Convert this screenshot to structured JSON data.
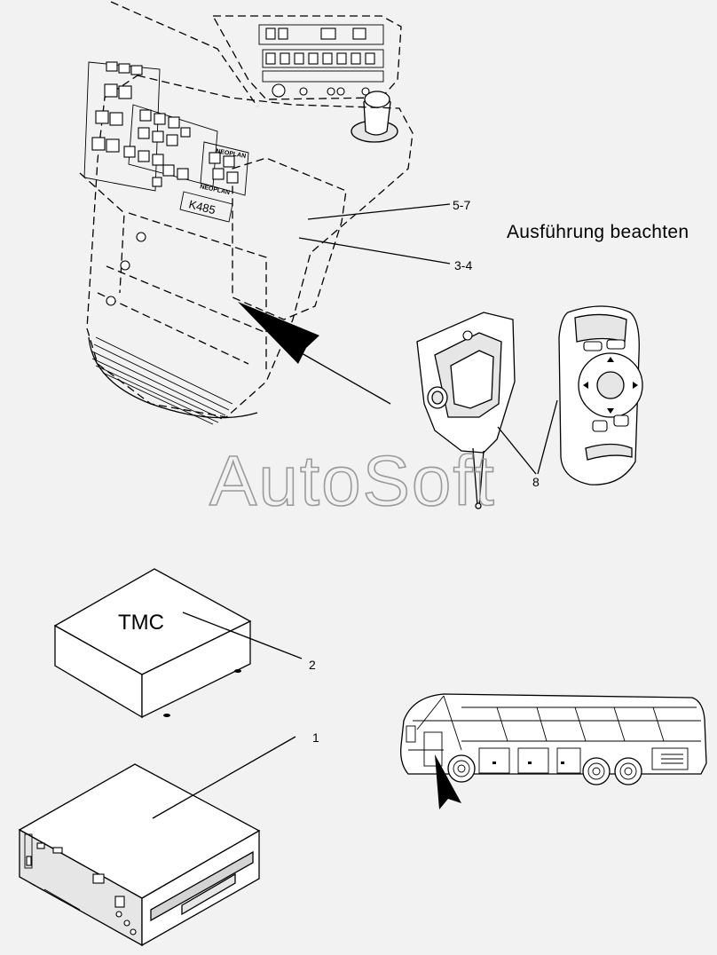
{
  "labels": {
    "callout_5_7": "5-7",
    "callout_3_4": "3-4",
    "callout_8": "8",
    "callout_2": "2",
    "callout_1": "1",
    "note": "Ausführung beachten",
    "tmc": "TMC",
    "display": "K485",
    "brand_top": "NEOPLAN",
    "brand_mid": "NEOPLAN"
  },
  "watermark": {
    "text": "AutoSoft"
  },
  "colors": {
    "background": "#f2f2f2",
    "line": "#000000",
    "watermark_stroke": "#9a9a9a"
  }
}
